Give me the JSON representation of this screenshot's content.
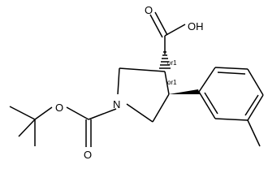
{
  "molecule": {
    "atom_labels": {
      "hydroxyl": "OH",
      "carbonyl_oxygen_acid": "O",
      "carbonyl_oxygen_carbamate": "O",
      "ester_oxygen": "O",
      "ring_nitrogen": "N"
    },
    "stereo_labels": {
      "c3": "or1",
      "c4": "or1"
    },
    "bond_color": "#000000",
    "background": "#ffffff"
  }
}
